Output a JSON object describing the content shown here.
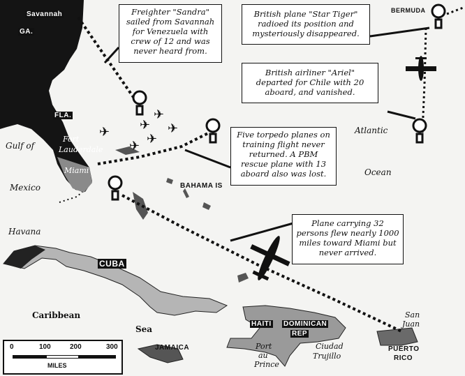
{
  "callouts": {
    "sandra": "Freighter \"Sandra\" sailed from Savannah for Venezuela with crew of 12 and was never heard from.",
    "star_tiger": "British plane \"Star Tiger\" radioed its position and mysteriously disappeared.",
    "ariel": "British airliner \"Ariel\" departed for Chile with 20 aboard, and vanished.",
    "torpedo": "Five torpedo planes on training flight never returned. A PBM rescue plane with 13 aboard also was lost.",
    "plane32": "Plane carrying 32 persons flew nearly 1000 miles toward Miami but never arrived."
  },
  "places": {
    "savannah": "Savannah",
    "ga": "GA.",
    "fla": "FLA.",
    "fort": "Fort",
    "lauderdale": "Lauderdale",
    "miami": "Miami",
    "gulf_of": "Gulf of",
    "mexico": "Mexico",
    "bahama": "BAHAMA IS",
    "bermuda": "BERMUDA",
    "atlantic": "Atlantic",
    "ocean": "Ocean",
    "havana": "Havana",
    "cuba": "CUBA",
    "caribbean": "Caribbean",
    "sea": "Sea",
    "jamaica": "JAMAICA",
    "haiti": "HAITI",
    "dominican": "DOMINICAN",
    "rep": "REP",
    "port": "Port",
    "au": "au",
    "prince": "Prince",
    "ciudad": "Ciudad",
    "trujillo": "Trujillo",
    "san": "San",
    "juan": "Juan",
    "puerto": "PUERTO",
    "rico": "RICO"
  },
  "scale": {
    "ticks": [
      "0",
      "100",
      "200",
      "300"
    ],
    "unit": "MILES"
  }
}
